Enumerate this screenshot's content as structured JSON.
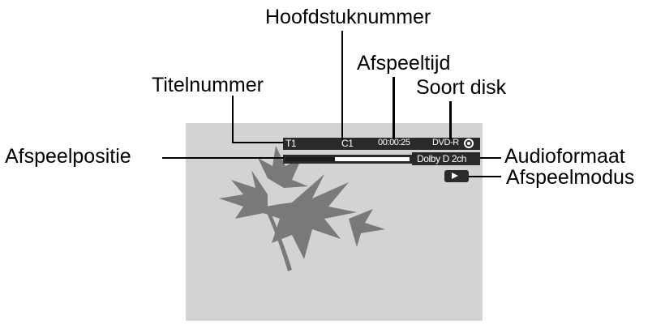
{
  "labels": {
    "chapter_number": "Hoofdstuknummer",
    "playback_time": "Afspeeltijd",
    "title_number": "Titelnummer",
    "disc_type": "Soort disk",
    "playback_position": "Afspeelpositie",
    "audio_format": "Audioformaat",
    "playback_mode": "Afspeelmodus"
  },
  "osd": {
    "title": "T1",
    "chapter": "C1",
    "time": "00:00:25",
    "disc": "DVD-R",
    "audio": "Dolby D 2ch",
    "progress_fraction": 0.4
  },
  "icons": {
    "disc": "disc-icon",
    "play": "play-icon"
  },
  "colors": {
    "screen_background": "#d3d3d3",
    "osd_background": "#2a2a2a",
    "osd_text": "#ffffff",
    "leaf": "#6a6a6a"
  }
}
